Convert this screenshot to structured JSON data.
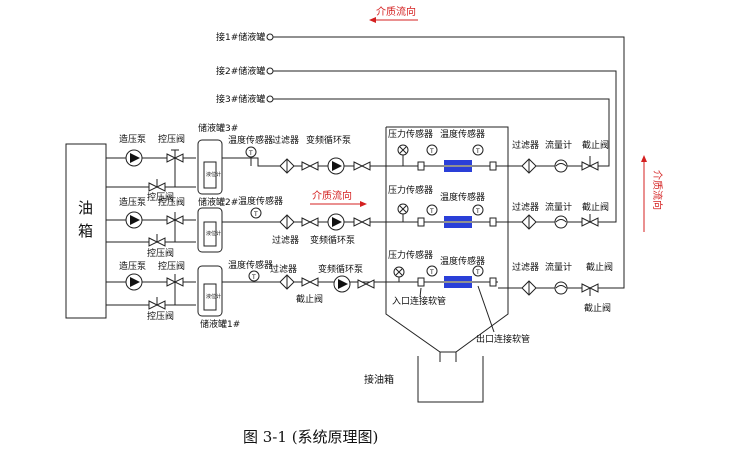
{
  "header": {
    "flow_direction_top": "介质流向"
  },
  "storage_outlets": [
    {
      "label": "接1#储液罐"
    },
    {
      "label": "接2#储液罐"
    },
    {
      "label": "接3#储液罐"
    }
  ],
  "oil_tank": {
    "line1": "油",
    "line2": "箱"
  },
  "row1": {
    "pressure_pump": "造压泵",
    "control_valve": "控压阀",
    "relief_valve": "控压阀",
    "storage_tank": "储液罐3#",
    "tank_inner": "液位计",
    "temp_sensor": "温度传感器",
    "filter": "过滤器",
    "vf_pump": "变频循环泵",
    "pressure_sensor": "压力传感器",
    "test_temp_sensor": "温度传感器",
    "out_filter": "过滤器",
    "flowmeter": "流量计",
    "shutoff": "截止阀"
  },
  "row2": {
    "pressure_pump": "造压泵",
    "control_valve": "控压阀",
    "relief_valve": "控压阀",
    "storage_tank": "储液罐2#",
    "tank_inner": "液位计",
    "temp_sensor": "温度传感器",
    "filter": "过滤器",
    "vf_pump": "变频循环泵",
    "flow_direction": "介质流向",
    "pressure_sensor": "压力传感器",
    "test_temp_sensor": "温度传感器",
    "out_filter": "过滤器",
    "flowmeter": "流量计",
    "shutoff": "截止阀"
  },
  "row3": {
    "pressure_pump": "造压泵",
    "control_valve": "控压阀",
    "relief_valve": "控压阀",
    "storage_tank": "储液罐1#",
    "tank_inner": "液位计",
    "temp_sensor": "温度传感器",
    "filter": "过滤器",
    "inlet_shutoff": "截止阀",
    "vf_pump": "变频循环泵",
    "pressure_sensor": "压力传感器",
    "test_temp_sensor": "温度传感器",
    "out_filter": "过滤器",
    "flowmeter": "流量计",
    "shutoff": "截止阀",
    "inlet_hose": "入口连接软管",
    "outlet_hose": "出口连接软管"
  },
  "right_flow_direction": "介质流向",
  "collection_tank": "接油箱",
  "caption": "图 3-1 (系统原理图)",
  "colors": {
    "line": "#222222",
    "flow_red": "#d42020",
    "specimen_blue": "#2a3fd8"
  }
}
